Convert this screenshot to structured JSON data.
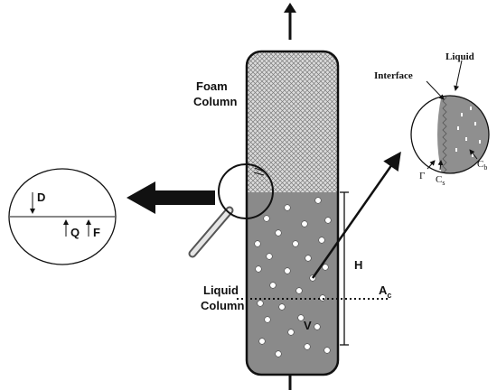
{
  "labels": {
    "foam_column": [
      "Foam",
      "Column"
    ],
    "liquid_column": [
      "Liquid",
      "Column"
    ],
    "height": "H",
    "area": "A",
    "area_sub": "c",
    "volume": "V",
    "flow_bottom": "Q",
    "interface": "Interface",
    "liquid": "Liquid",
    "gamma": "Γ",
    "cs": "C",
    "cs_sub": "s",
    "cb": "C",
    "cb_sub": "b",
    "d": "D",
    "q": "Q",
    "f": "F"
  },
  "colors": {
    "liquid_fill": "#8a8a8a",
    "foam_fill": "#d9d9d9",
    "outline": "#111111",
    "background": "#ffffff"
  }
}
